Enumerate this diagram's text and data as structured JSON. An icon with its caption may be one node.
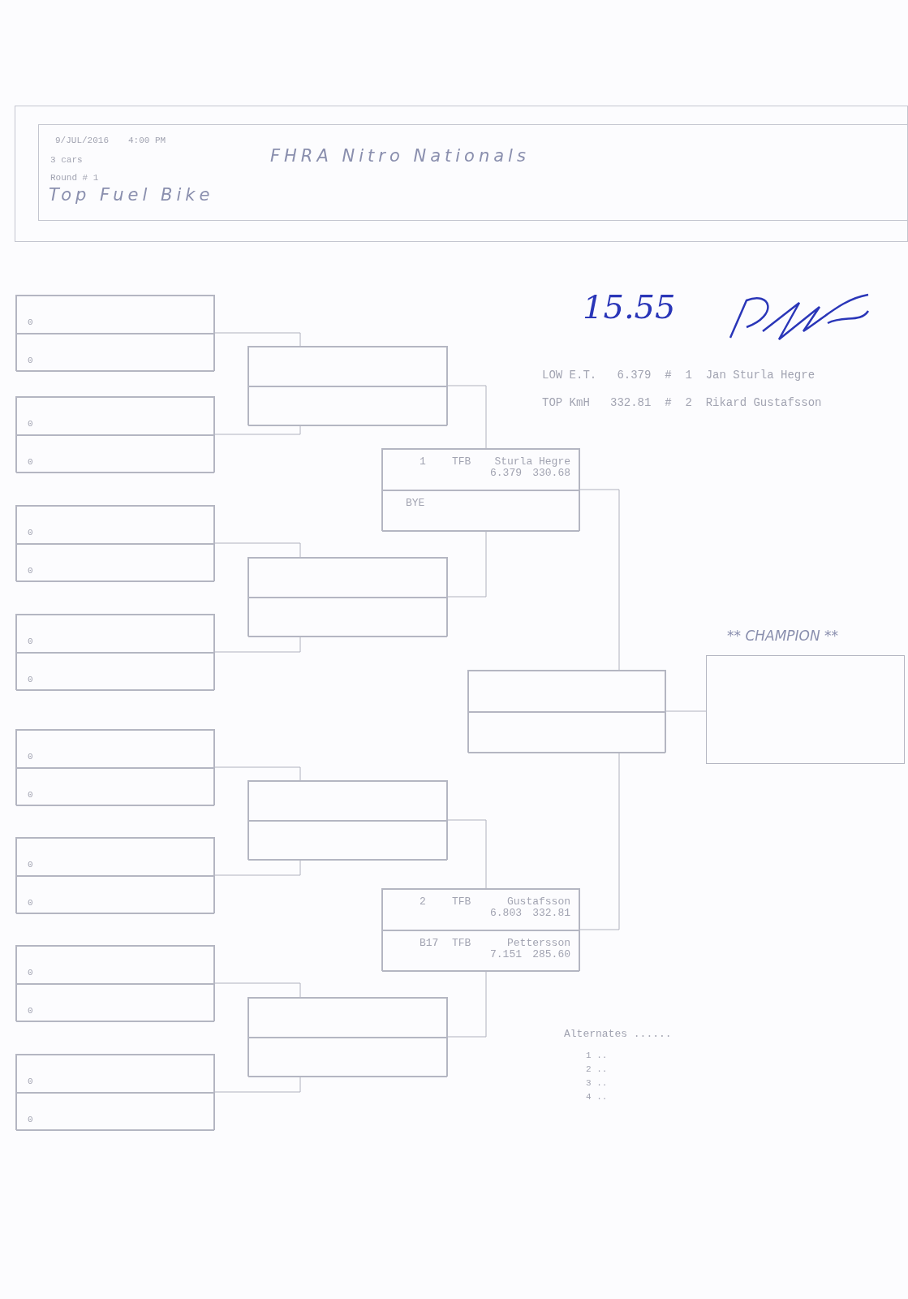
{
  "diagram": {
    "nodes": [
      {
        "text": [
          "9/JUL/2016",
          "4:00 PM",
          "3 cars",
          "Round # 1",
          "FHRA Nitro Nationals",
          "Top Fuel Bike"
        ]
      },
      {
        "text": [],
        "shape": "box"
      },
      {
        "text": [
          "0"
        ],
        "in": 1
      },
      {
        "text": [
          "0"
        ],
        "in": 1
      },
      {
        "text": [],
        "shape": "box"
      },
      {
        "text": [
          "0"
        ],
        "in": 4
      },
      {
        "text": [
          "0"
        ],
        "in": 4
      },
      {
        "text": [],
        "shape": "box"
      },
      {
        "text": [
          "0"
        ],
        "in": 7
      },
      {
        "text": [
          "0"
        ],
        "in": 7
      },
      {
        "text": [],
        "shape": "box"
      },
      {
        "text": [
          "0"
        ],
        "in": 10
      },
      {
        "text": [
          "0"
        ],
        "in": 10
      },
      {
        "text": [],
        "shape": "box"
      },
      {
        "text": [
          "0"
        ],
        "in": 13
      },
      {
        "text": [
          "0"
        ],
        "in": 13
      },
      {
        "text": [],
        "shape": "box"
      },
      {
        "text": [
          "0"
        ],
        "in": 16
      },
      {
        "text": [
          "0"
        ],
        "in": 16
      },
      {
        "text": [],
        "shape": "box"
      },
      {
        "text": [
          "0"
        ],
        "in": 19
      },
      {
        "text": [
          "0"
        ],
        "in": 19
      },
      {
        "text": [],
        "shape": "box"
      },
      {
        "text": [
          "0"
        ],
        "in": 22
      },
      {
        "text": [
          "0"
        ],
        "in": 22
      },
      {
        "text": [],
        "shape": "box"
      },
      {
        "text": [],
        "shape": "box",
        "in": 25
      },
      {
        "text": [],
        "shape": "box",
        "in": 25
      },
      {
        "text": [],
        "shape": "box"
      },
      {
        "text": [],
        "shape": "box",
        "in": 28
      },
      {
        "text": [],
        "shape": "box",
        "in": 28
      },
      {
        "text": [],
        "shape": "box"
      },
      {
        "text": [],
        "shape": "box",
        "in": 31
      },
      {
        "text": [],
        "shape": "box",
        "in": 31
      },
      {
        "text": [],
        "shape": "box"
      },
      {
        "text": [],
        "shape": "box",
        "in": 34
      },
      {
        "text": [],
        "shape": "box",
        "in": 34
      },
      {
        "text": [],
        "shape": "box"
      },
      {
        "text": [
          "1",
          "TFB",
          "Sturla Hegre",
          "6.379",
          "330.68"
        ],
        "in": 37
      },
      {
        "text": [
          "BYE"
        ],
        "in": 37
      },
      {
        "text": [],
        "shape": "box"
      },
      {
        "text": [
          "2",
          "TFB",
          "Gustafsson",
          "6.803",
          "332.81"
        ],
        "in": 40
      },
      {
        "text": [
          "B17",
          "TFB",
          "Pettersson",
          "7.151",
          "285.60"
        ],
        "in": 40
      },
      {
        "text": [],
        "shape": "box"
      },
      {
        "text": [],
        "shape": "box",
        "in": 43
      },
      {
        "text": [],
        "shape": "box",
        "in": 43
      },
      {
        "text": [
          "** CHAMPION **"
        ]
      }
    ],
    "edges": [
      {
        "from": 1,
        "to": 26,
        "arrow": "none"
      },
      {
        "from": 4,
        "to": 27,
        "arrow": "none"
      },
      {
        "from": 7,
        "to": 29,
        "arrow": "none"
      },
      {
        "from": 10,
        "to": 30,
        "arrow": "none"
      },
      {
        "from": 13,
        "to": 32,
        "arrow": "none"
      },
      {
        "from": 16,
        "to": 33,
        "arrow": "none"
      },
      {
        "from": 19,
        "to": 35,
        "arrow": "none"
      },
      {
        "from": 22,
        "to": 36,
        "arrow": "none"
      },
      {
        "from": 25,
        "to": 38,
        "arrow": "none"
      },
      {
        "from": 28,
        "to": 39,
        "arrow": "none"
      },
      {
        "from": 31,
        "to": 41,
        "arrow": "none"
      },
      {
        "from": 34,
        "to": 42,
        "arrow": "none"
      },
      {
        "from": 37,
        "to": 44,
        "arrow": "none"
      },
      {
        "from": 40,
        "to": 45,
        "arrow": "none"
      },
      {
        "from": 43,
        "to": 46,
        "arrow": "none"
      }
    ],
    "labels": [
      "15.55",
      "LOW E.T.   6.379  #  1  Jan Sturla Hegre",
      "TOP KmH   332.81  #  2  Rikard Gustafsson",
      "Alternates ......",
      "1 ..",
      "2 ..",
      "3 ..",
      "4 .."
    ]
  }
}
